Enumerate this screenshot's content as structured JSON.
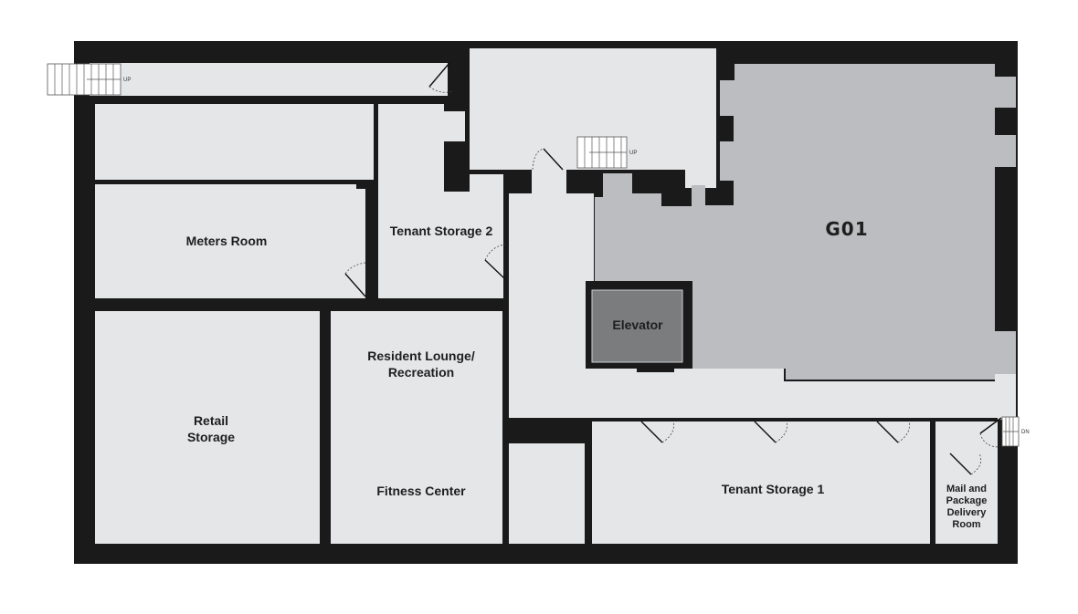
{
  "rooms": {
    "meters_room": "Meters Room",
    "tenant_storage_2": "Tenant Storage 2",
    "g01": "G01",
    "elevator": "Elevator",
    "resident_lounge_line1": "Resident Lounge/",
    "resident_lounge_line2": "Recreation",
    "retail_storage_line1": "Retail",
    "retail_storage_line2": "Storage",
    "fitness_center": "Fitness Center",
    "tenant_storage_1": "Tenant Storage 1",
    "mail_line1": "Mail and",
    "mail_line2": "Package",
    "mail_line3": "Delivery",
    "mail_line4": "Room"
  },
  "stairs": {
    "upper_left": "UP",
    "center": "UP",
    "right": "DN"
  },
  "colors": {
    "wall": "#1a1a1a",
    "room_fill": "#e5e6e8",
    "g01_fill": "#bcbdc0",
    "elevator_fill": "#7b7c7e"
  }
}
